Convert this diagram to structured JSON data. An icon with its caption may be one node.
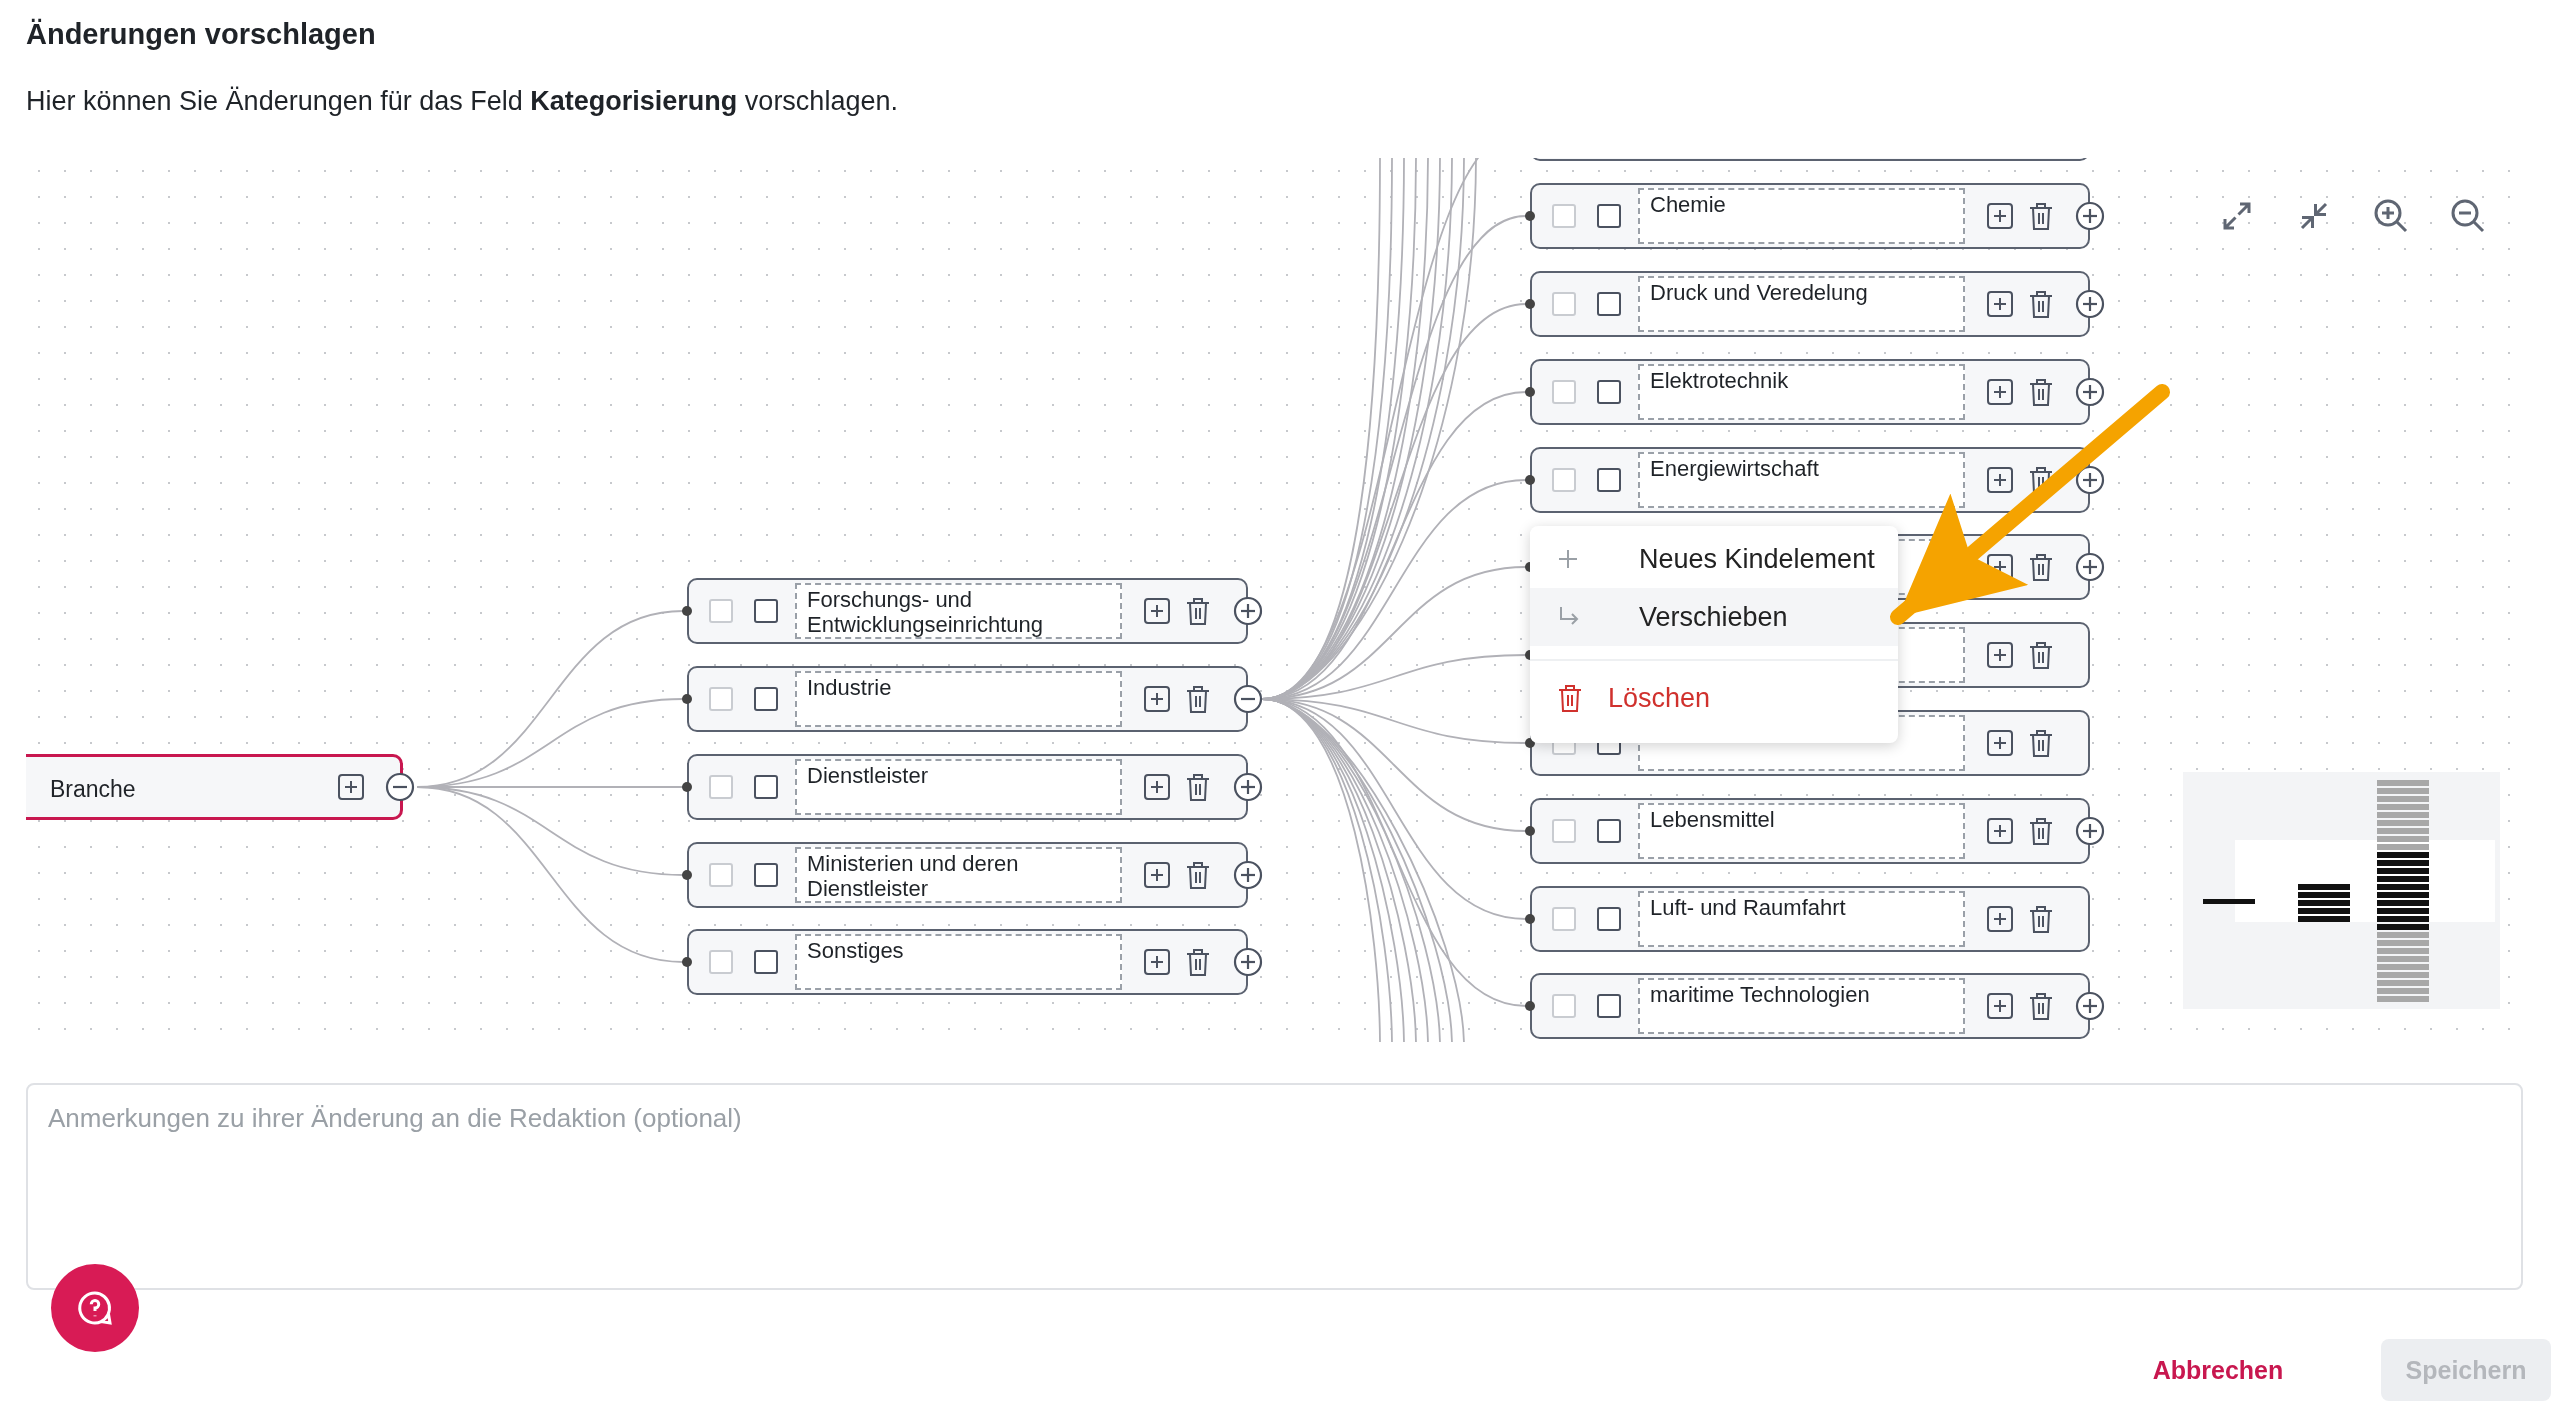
{
  "diagram": {
    "title": "Änderungen vorschlagen",
    "nodes": [
      {
        "text": [
          "Branche"
        ]
      },
      {
        "text": [
          "Forschungs- und Entwicklungseinrichtung"
        ]
      },
      {
        "text": [
          "Industrie"
        ]
      },
      {
        "text": [
          "Dienstleister"
        ]
      },
      {
        "text": [
          "Ministerien und deren Dienstleister"
        ]
      },
      {
        "text": [
          "Sonstiges"
        ]
      },
      {
        "text": [],
        "shape": "box"
      },
      {
        "text": [
          "Chemie"
        ]
      },
      {
        "text": [
          "Druck und Veredelung"
        ]
      },
      {
        "text": [
          "Elektrotechnik"
        ]
      },
      {
        "text": [
          "Energiewirtschaft"
        ]
      },
      {
        "text": [],
        "shape": "box"
      },
      {
        "text": [],
        "shape": "box"
      },
      {
        "text": [],
        "shape": "box"
      },
      {
        "text": [
          "Lebensmittel"
        ]
      },
      {
        "text": [
          "Luft- und Raumfahrt"
        ]
      },
      {
        "text": [
          "maritime Technologien"
        ]
      },
      {
        "text": [],
        "shape": "box"
      },
      {
        "text": [
          "Neues Kindelement"
        ]
      },
      {
        "text": [
          "Verschieben"
        ],
        "in": 17
      },
      {
        "text": [
          "Löschen"
        ],
        "in": 17
      }
    ],
    "edges": [
      {
        "from": 0,
        "to": 1,
        "arrow": "none"
      },
      {
        "from": 0,
        "to": 2,
        "arrow": "none"
      },
      {
        "from": 0,
        "to": 3,
        "arrow": "none"
      },
      {
        "from": 0,
        "to": 4,
        "arrow": "none"
      },
      {
        "from": 0,
        "to": 5,
        "arrow": "none"
      },
      {
        "from": 2,
        "to": 6,
        "arrow": "none"
      },
      {
        "from": 2,
        "to": 7,
        "arrow": "none"
      },
      {
        "from": 2,
        "to": 8,
        "arrow": "none"
      },
      {
        "from": 2,
        "to": 9,
        "arrow": "none"
      },
      {
        "from": 2,
        "to": 10,
        "arrow": "none"
      },
      {
        "from": 2,
        "to": 11,
        "arrow": "none"
      },
      {
        "from": 2,
        "to": 12,
        "arrow": "none"
      },
      {
        "from": 2,
        "to": 13,
        "arrow": "none"
      },
      {
        "from": 2,
        "to": 14,
        "arrow": "none"
      },
      {
        "from": 2,
        "to": 15,
        "arrow": "none"
      },
      {
        "from": 2,
        "to": 16,
        "arrow": "none"
      },
      {
        "from": 2,
        "to": null,
        "arrow": "none"
      },
      {
        "from": 2,
        "to": null,
        "arrow": "none"
      },
      {
        "from": 2,
        "to": null,
        "arrow": "none"
      },
      {
        "from": 2,
        "to": null,
        "arrow": "none"
      },
      {
        "from": 2,
        "to": null,
        "arrow": "none"
      },
      {
        "from": 2,
        "to": null,
        "arrow": "none"
      },
      {
        "from": 2,
        "to": null,
        "arrow": "none"
      },
      {
        "from": 2,
        "to": null,
        "arrow": "none"
      },
      {
        "from": 2,
        "to": null,
        "arrow": "none"
      },
      {
        "from": 2,
        "to": null,
        "arrow": "none"
      },
      {
        "from": 2,
        "to": null,
        "arrow": "none"
      },
      {
        "from": 2,
        "to": null,
        "arrow": "none"
      },
      {
        "from": 2,
        "to": null,
        "arrow": "none"
      },
      {
        "from": 2,
        "to": null,
        "arrow": "none"
      },
      {
        "from": 2,
        "to": null,
        "arrow": "none"
      },
      {
        "from": 2,
        "to": null,
        "arrow": "none"
      },
      {
        "from": 2,
        "to": null,
        "arrow": "none"
      },
      {
        "from": null,
        "to": 19,
        "arrow": "to",
        "style": "thick",
        "color": "#f5a300"
      }
    ],
    "labels": [
      "Hier können Sie Änderungen für das Feld **Kategorisierung** vorschlagen.",
      "Anmerkungen zu ihrer Änderung an die Redaktion (optional)",
      "Abbrechen",
      "Speichern"
    ]
  }
}
